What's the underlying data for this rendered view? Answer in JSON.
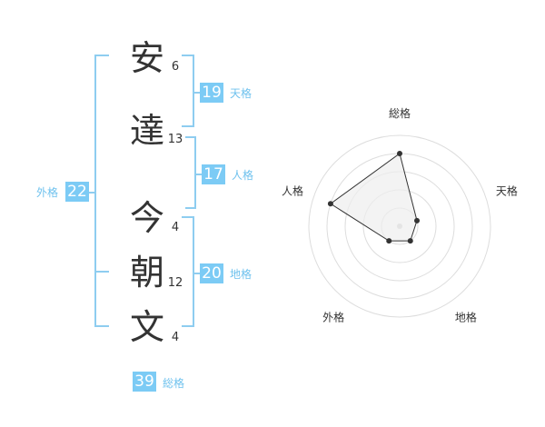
{
  "name": {
    "characters": [
      {
        "char": "安",
        "strokes": "6"
      },
      {
        "char": "達",
        "strokes": "13"
      },
      {
        "char": "今",
        "strokes": "4"
      },
      {
        "char": "朝",
        "strokes": "12"
      },
      {
        "char": "文",
        "strokes": "4"
      }
    ]
  },
  "fortunes": {
    "tenkaku": {
      "value": "19",
      "label": "天格"
    },
    "jinkaku": {
      "value": "17",
      "label": "人格"
    },
    "chikaku": {
      "value": "20",
      "label": "地格"
    },
    "gaikaku": {
      "value": "22",
      "label": "外格"
    },
    "soukaku": {
      "value": "39",
      "label": "総格"
    }
  },
  "colors": {
    "accent": "#7ccbf5",
    "bracket": "#8ecdf0",
    "radar_fill": "#eeeeee",
    "radar_stroke": "#333333"
  },
  "radar": {
    "axes": [
      "総格",
      "天格",
      "地格",
      "外格",
      "人格"
    ],
    "values": [
      4,
      1,
      1,
      1,
      4
    ],
    "max": 5
  }
}
